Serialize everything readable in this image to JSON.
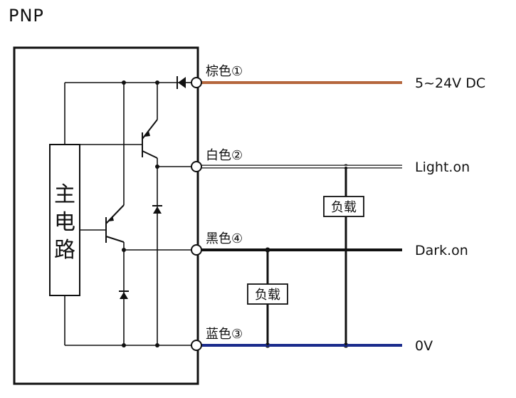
{
  "title": "PNP",
  "main_block": {
    "chars": [
      "主",
      "电",
      "路"
    ]
  },
  "wires": [
    {
      "id": "brown",
      "label": "棕色①",
      "output": "5~24V DC",
      "color": "#b5673d"
    },
    {
      "id": "white",
      "label": "白色②",
      "output": "Light.on",
      "color": "#ffffff"
    },
    {
      "id": "black",
      "label": "黑色④",
      "output": "Dark.on",
      "color": "#111111"
    },
    {
      "id": "blue",
      "label": "蓝色③",
      "output": "0V",
      "color": "#1a2b8c"
    }
  ],
  "loads": [
    {
      "id": "load-light",
      "label": "负载"
    },
    {
      "id": "load-dark",
      "label": "负载"
    }
  ],
  "components": {
    "input_diode": "diode-icon",
    "transistors": [
      "pnp-transistor-icon",
      "pnp-transistor-icon"
    ],
    "protection_diodes": [
      "diode-icon",
      "diode-icon"
    ]
  }
}
